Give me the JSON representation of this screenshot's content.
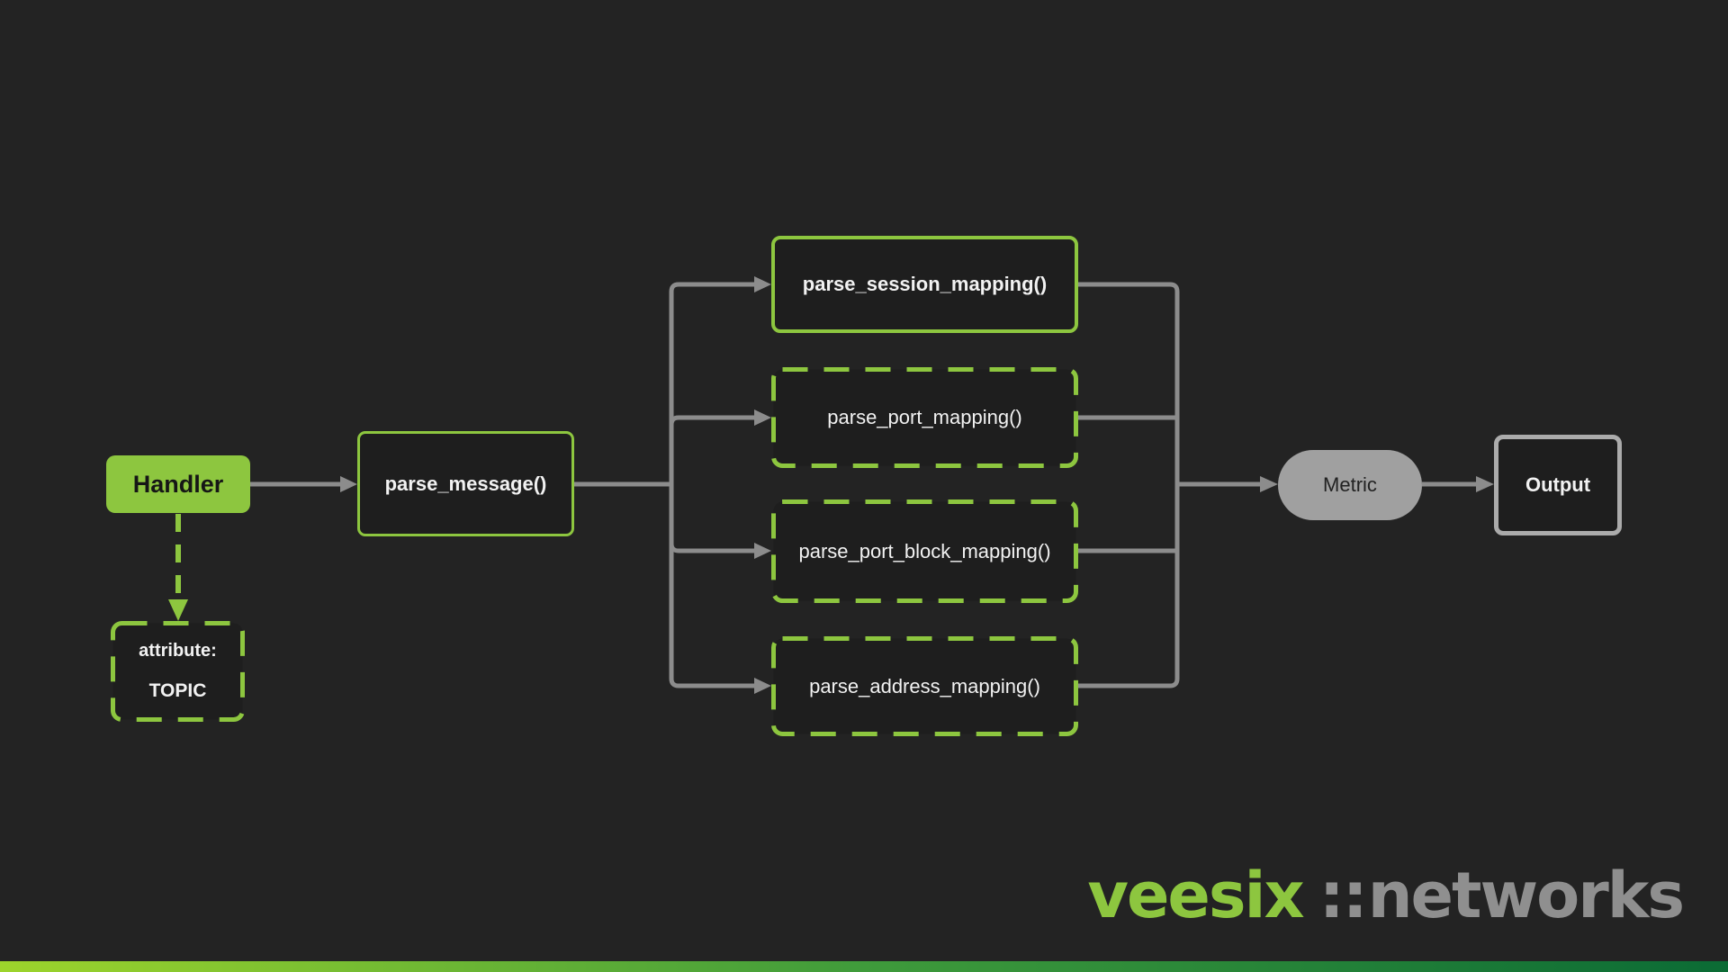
{
  "diagram": {
    "nodes": {
      "handler": {
        "label": "Handler"
      },
      "attribute": {
        "line1": "attribute:",
        "line2": "TOPIC"
      },
      "parse_message": {
        "label": "parse_message()"
      },
      "parse_session": {
        "label": "parse_session_mapping()"
      },
      "parse_port": {
        "label": "parse_port_mapping()"
      },
      "parse_port_block": {
        "label": "parse_port_block_mapping()"
      },
      "parse_address": {
        "label": "parse_address_mapping()"
      },
      "metric": {
        "label": "Metric"
      },
      "output": {
        "label": "Output"
      }
    },
    "colors": {
      "background": "#232323",
      "accent_green": "#8dc63f",
      "connector_gray": "#8c8c8c",
      "metric_fill": "#a0a0a0",
      "output_border": "#ababab",
      "footer_gradient_left": "#9dd42c",
      "footer_gradient_right": "#0b6b35"
    }
  },
  "branding": {
    "logo_primary": "veesix",
    "logo_separator": "::",
    "logo_secondary": "networks"
  }
}
